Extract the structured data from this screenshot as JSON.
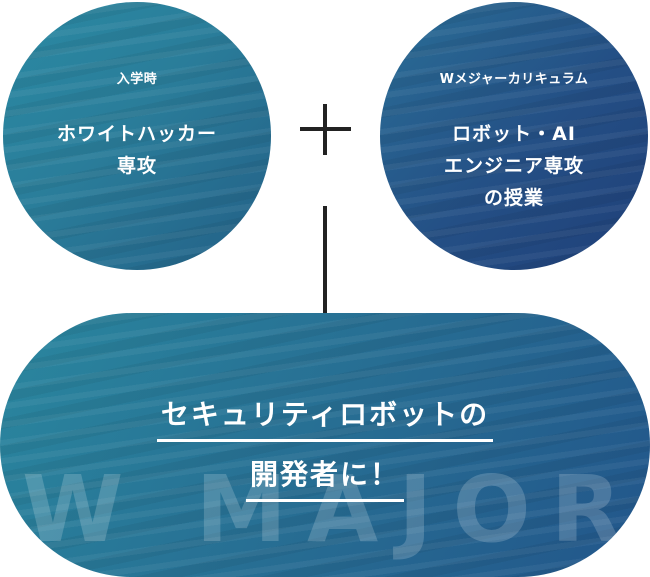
{
  "left_circle": {
    "label": "入学時",
    "title_line1": "ホワイトハッカー",
    "title_line2": "専攻"
  },
  "right_circle": {
    "label": "Wメジャーカリキュラム",
    "title_line1": "ロボット・AI",
    "title_line2": "エンジニア専攻",
    "title_line3": "の授業"
  },
  "result": {
    "line1": "セキュリティロボットの",
    "line2": "開発者に！",
    "watermark": "W MAJOR"
  },
  "colors": {
    "left_circle": "#2a7d9a",
    "right_circle": "#244f85",
    "pill": "#276e93",
    "connector": "#222222"
  }
}
